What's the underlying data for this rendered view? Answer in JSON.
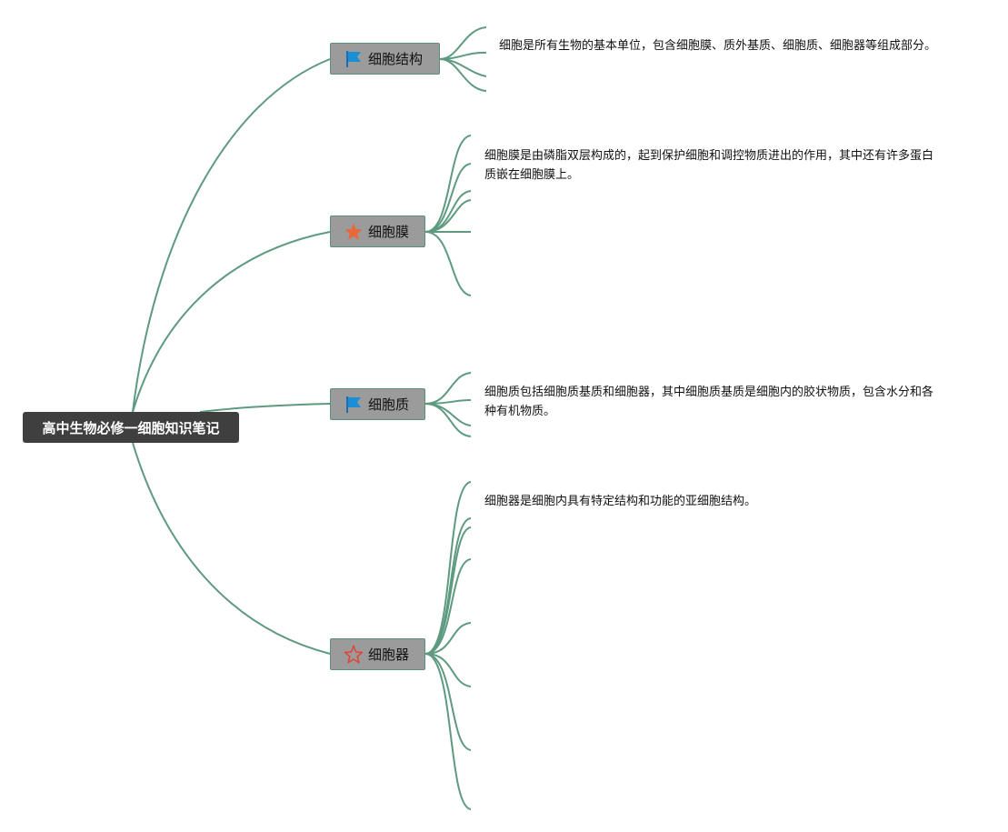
{
  "root": {
    "title": "高中生物必修一细胞知识笔记"
  },
  "topics": [
    {
      "id": "structure",
      "label": "细胞结构",
      "icon": "blue-flag-icon",
      "note": "细胞是所有生物的基本单位，包含细胞膜、质外基质、细胞质、细胞器等组成部分。"
    },
    {
      "id": "membrane",
      "label": "细胞膜",
      "icon": "orange-star-icon",
      "note": "细胞膜是由磷脂双层构成的，起到保护细胞和调控物质进出的作用，其中还有许多蛋白质嵌在细胞膜上。"
    },
    {
      "id": "cytoplasm",
      "label": "细胞质",
      "icon": "blue-flag-icon",
      "note": "细胞质包括细胞质基质和细胞器，其中细胞质基质是细胞内的胶状物质，包含水分和各种有机物质。"
    },
    {
      "id": "organelle",
      "label": "细胞器",
      "icon": "red-outline-star-icon",
      "note": "细胞器是细胞内具有特定结构和功能的亚细胞结构。"
    }
  ],
  "colors": {
    "connector": "#5e9a80",
    "root_bg": "#3f3f3f",
    "topic_bg": "#9b9b9b",
    "flag": "#1a8fd6",
    "star_fill": "#e8683a",
    "star_outline": "#e0453a"
  }
}
